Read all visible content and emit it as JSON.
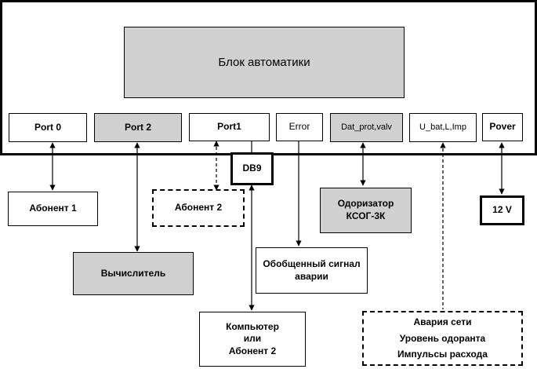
{
  "main_block": "Блок автоматики",
  "ports": {
    "port0": "Port 0",
    "port2": "Port 2",
    "port1": "Port1",
    "error": "Error",
    "dat_prot": "Dat_prot,valv",
    "u_bat": "U_bat,L,Imp",
    "power": "Pover"
  },
  "db9": "DB9",
  "devices": {
    "abonent1": "Абонент 1",
    "abonent2_dashed": "Абонент 2",
    "calculator": "Вычислитель",
    "odorizer_line1": "Одоризатор",
    "odorizer_line2": "КСОГ-3К",
    "alarm_line1": "Обобщенный сигнал",
    "alarm_line2": "аварии",
    "computer_line1": "Компьютер",
    "computer_line2": "или",
    "computer_line3": "Абонент 2",
    "power_12v": "12 V",
    "signals_line1": "Авария сети",
    "signals_line2": "Уровень одоранта",
    "signals_line3": "Импульсы расхода"
  }
}
